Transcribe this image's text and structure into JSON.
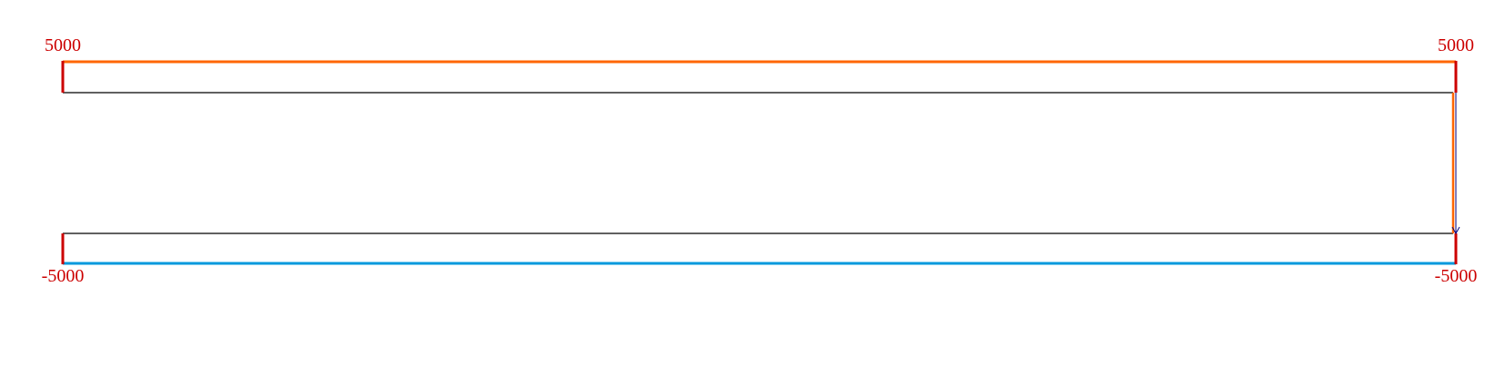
{
  "labels": {
    "top_left": "5000",
    "top_right": "5000",
    "bottom_left": "-5000",
    "bottom_right": "-5000"
  },
  "colors": {
    "label": "#cc0000",
    "top_band": "#ff6600",
    "bottom_band": "#0099dd",
    "end_bars": "#cc0000",
    "outline": "#000000",
    "arrow": "#000080"
  }
}
